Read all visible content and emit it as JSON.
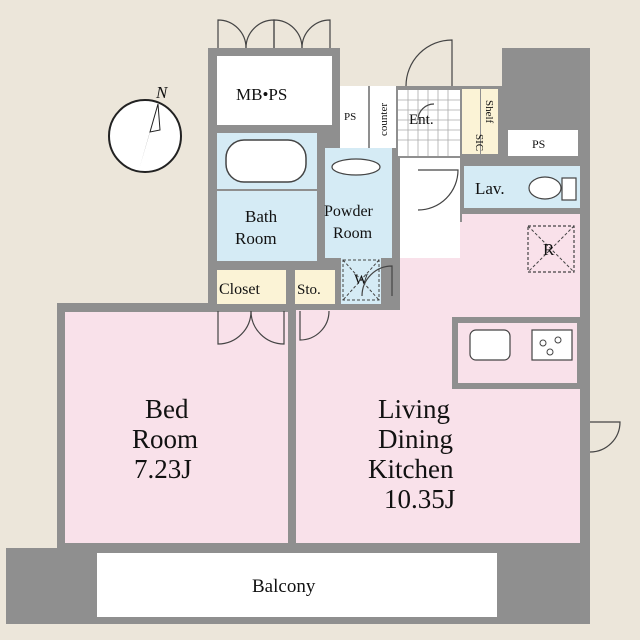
{
  "compass": {
    "label": "N"
  },
  "rooms": {
    "mbps": "MB•PS",
    "ps_left": "PS",
    "counter": "counter",
    "entrance": "Ent.",
    "sic": "SIC",
    "shelf": "Shelf",
    "ps_right": "PS",
    "lavatory": "Lav.",
    "bath_line1": "Bath",
    "bath_line2": "Room",
    "powder_line1": "Powder",
    "powder_line2": "Room",
    "washer": "W",
    "refrigerator": "R",
    "closet": "Closet",
    "storage": "Sto.",
    "bedroom_line1": "Bed",
    "bedroom_line2": "Room",
    "bedroom_size": "7.23J",
    "ldk_line1": "Living",
    "ldk_line2": "Dining",
    "ldk_line3": "Kitchen",
    "ldk_size": "10.35J",
    "balcony": "Balcony"
  },
  "colors": {
    "background": "#ece6da",
    "wall": "#8f8f8f",
    "pink_room": "#f9e1ea",
    "blue_room": "#d5ebf5",
    "beige_room": "#fbf3d6",
    "white_room": "#ffffff"
  }
}
